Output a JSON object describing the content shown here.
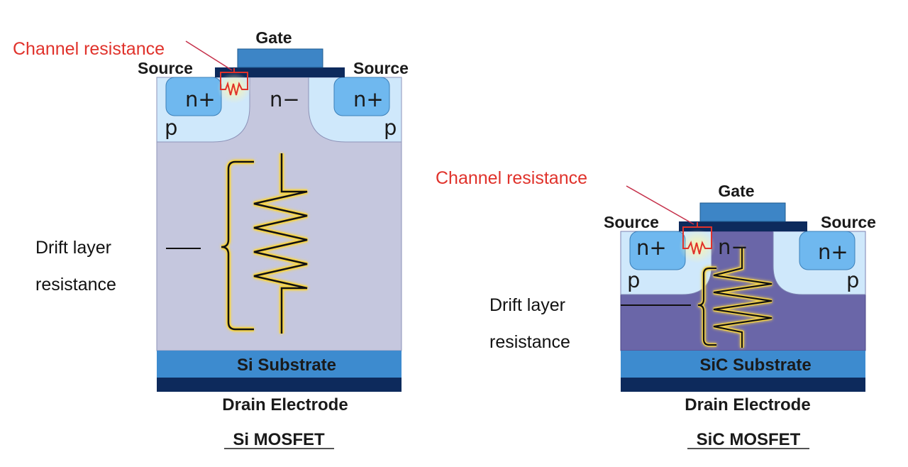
{
  "si": {
    "gate_label": "Gate",
    "source_left": "Source",
    "source_right": "Source",
    "channel_resistance": "Channel resistance",
    "n_plus_left": "n+",
    "n_plus_right": "n+",
    "n_minus": "n−",
    "p_left": "p",
    "p_right": "p",
    "drift_line1": "Drift layer",
    "drift_line2": "resistance",
    "substrate": "Si Substrate",
    "drain": "Drain Electrode",
    "caption": "Si MOSFET"
  },
  "sic": {
    "gate_label": "Gate",
    "source_left": "Source",
    "source_right": "Source",
    "channel_resistance": "Channel resistance",
    "n_plus_left": "n+",
    "n_plus_right": "n+",
    "n_minus": "n−",
    "p_left": "p",
    "p_right": "p",
    "drift_line1": "Drift layer",
    "drift_line2": "resistance",
    "substrate": "SiC Substrate",
    "drain": "Drain Electrode",
    "caption": "SiC MOSFET"
  },
  "colors": {
    "gate": "#3d85c6",
    "gate_oxide": "#0d2a5c",
    "p_region": "#cfe8fb",
    "n_plus": "#6fb8ef",
    "si_drift": "#c5c7de",
    "sic_drift": "#6a66a8",
    "substrate": "#3d8bcf",
    "drain": "#0d2a5c",
    "channel_red": "#e0322b"
  }
}
